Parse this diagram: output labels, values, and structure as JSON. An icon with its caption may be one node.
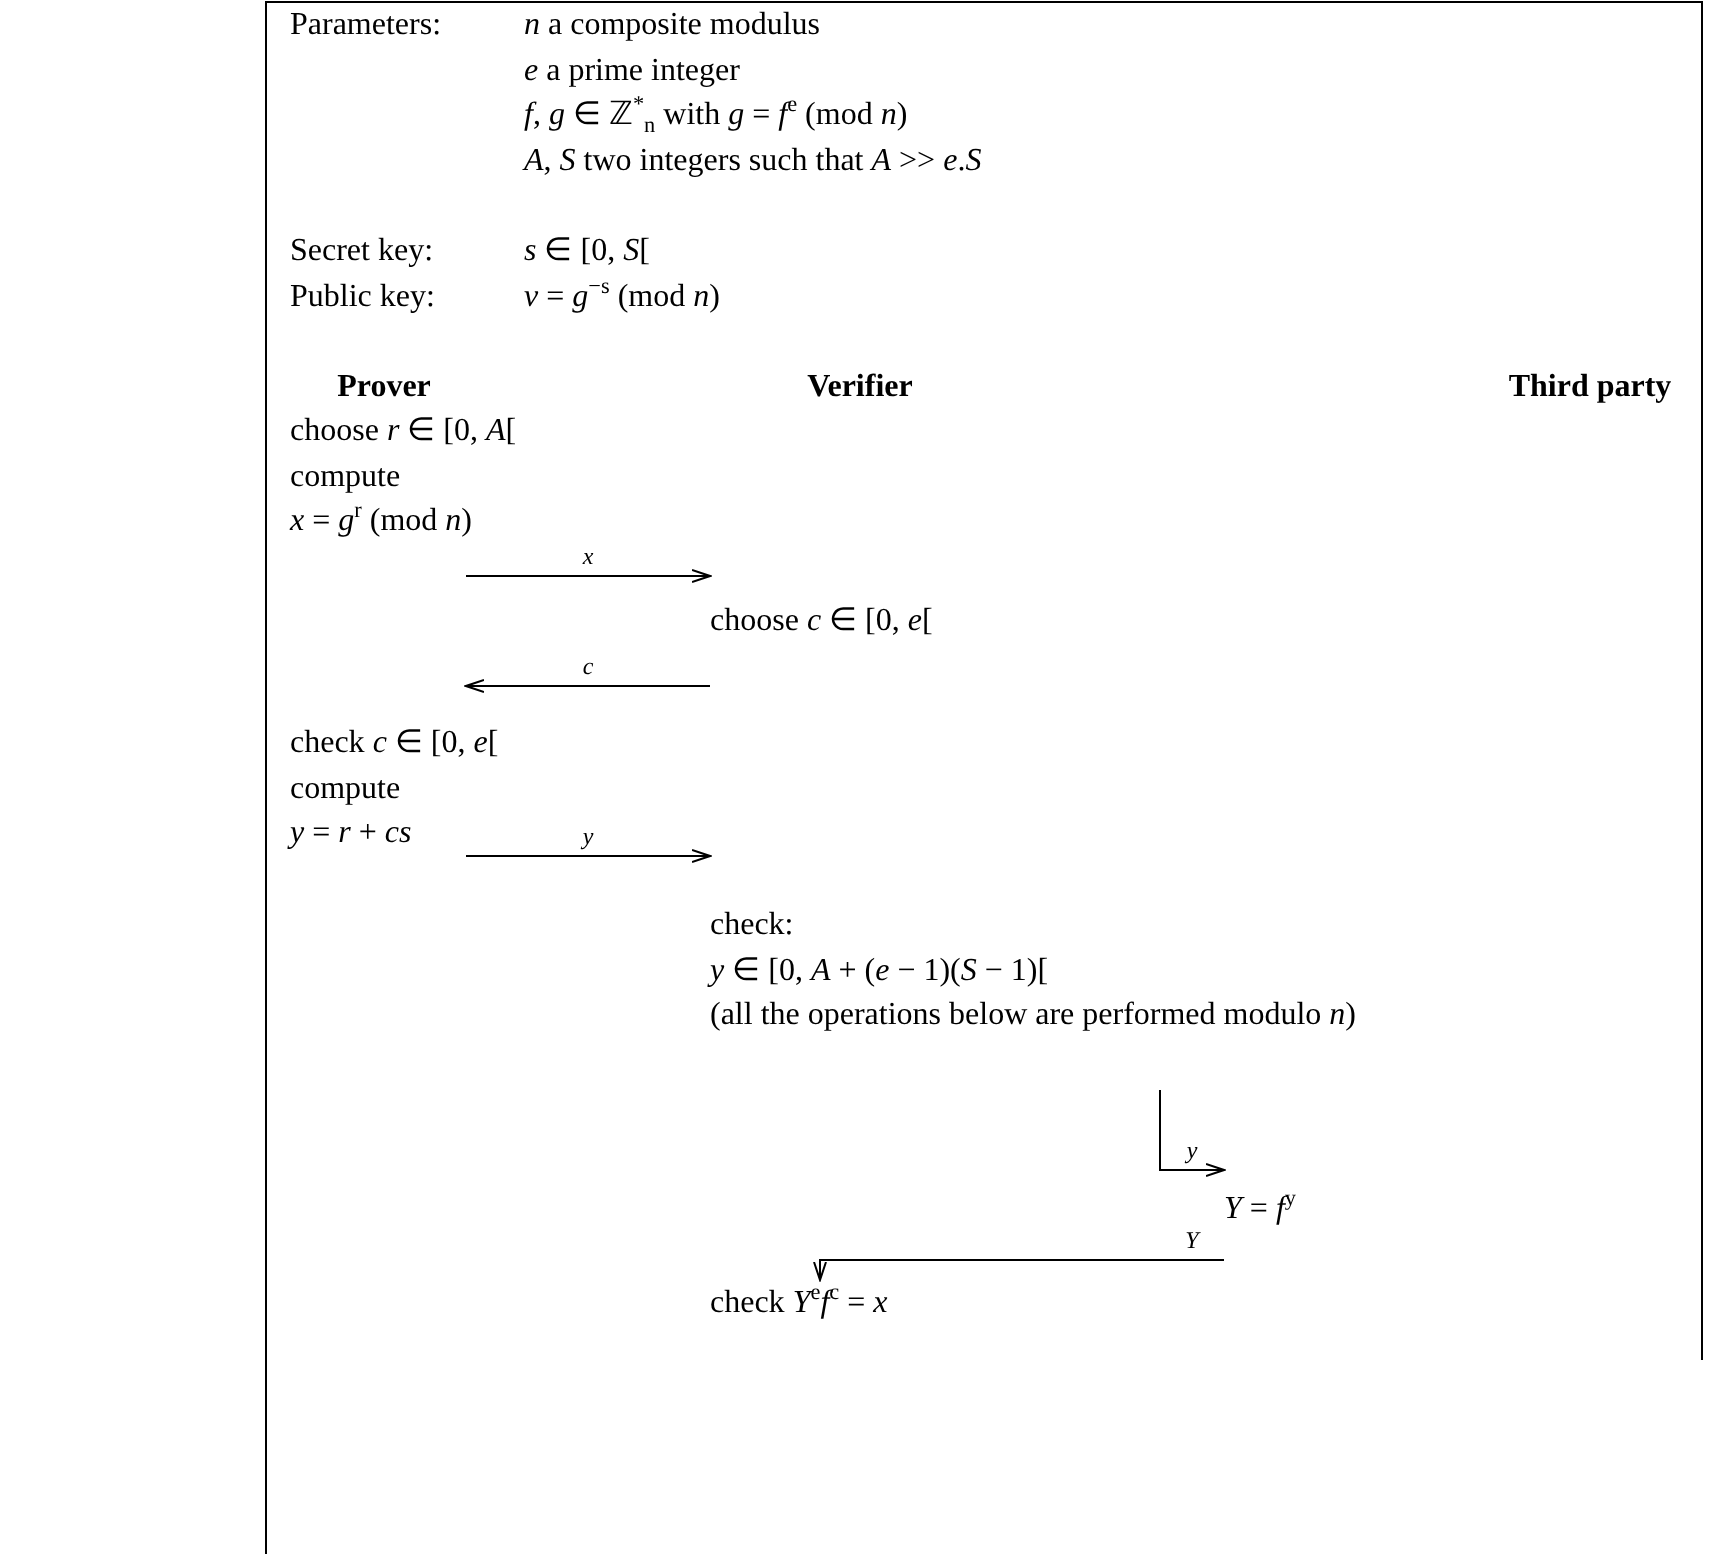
{
  "diagram": {
    "nodes": [
      {
        "text": [
          "choose *r* ∈ [0, *A*[",
          "compute",
          "*x* = *g*$^{r}$ (mod *n*)"
        ]
      },
      {
        "text": [
          "choose *c* ∈ [0, *e*["
        ]
      },
      {
        "text": [
          "check *c* ∈ [0, *e*[",
          "compute",
          "*y* = *r* + *cs*"
        ]
      },
      {
        "text": [
          "check:",
          "*y* ∈ [0, *A* + (*e* − 1)(*S* − 1)[",
          "(all the operations below are performed modulo *n*)"
        ]
      },
      {
        "text": [
          "*Y* = *f*$^{y}$"
        ]
      },
      {
        "text": [
          "check *Y*$^{e}$*f*$^{c}$ = *x*"
        ]
      }
    ],
    "edges": [
      {
        "from": 0,
        "to": 1,
        "arrow": "to",
        "label": "x"
      },
      {
        "from": 1,
        "to": 2,
        "arrow": "to",
        "label": "c"
      },
      {
        "from": 2,
        "to": 3,
        "arrow": "to",
        "label": "y"
      },
      {
        "from": 3,
        "to": 4,
        "arrow": "to",
        "label": "y"
      },
      {
        "from": 4,
        "to": 5,
        "arrow": "to",
        "label": "Y"
      }
    ],
    "labels": [
      "Parameters:",
      "*n* a composite modulus",
      "*e* a prime integer",
      "*f*, *g* ∈ ℤ$^{*}$$_{n}$ with *g* = *f*$^{e}$ (mod *n*)",
      "*A*, *S* two integers such that *A* >> *e*.*S*",
      "Secret key:",
      "*s* ∈ [0, *S*[",
      "Public key:",
      "*v* = *g*$^{−s}$ (mod *n*)",
      "Prover",
      "Verifier",
      "Third party"
    ]
  }
}
